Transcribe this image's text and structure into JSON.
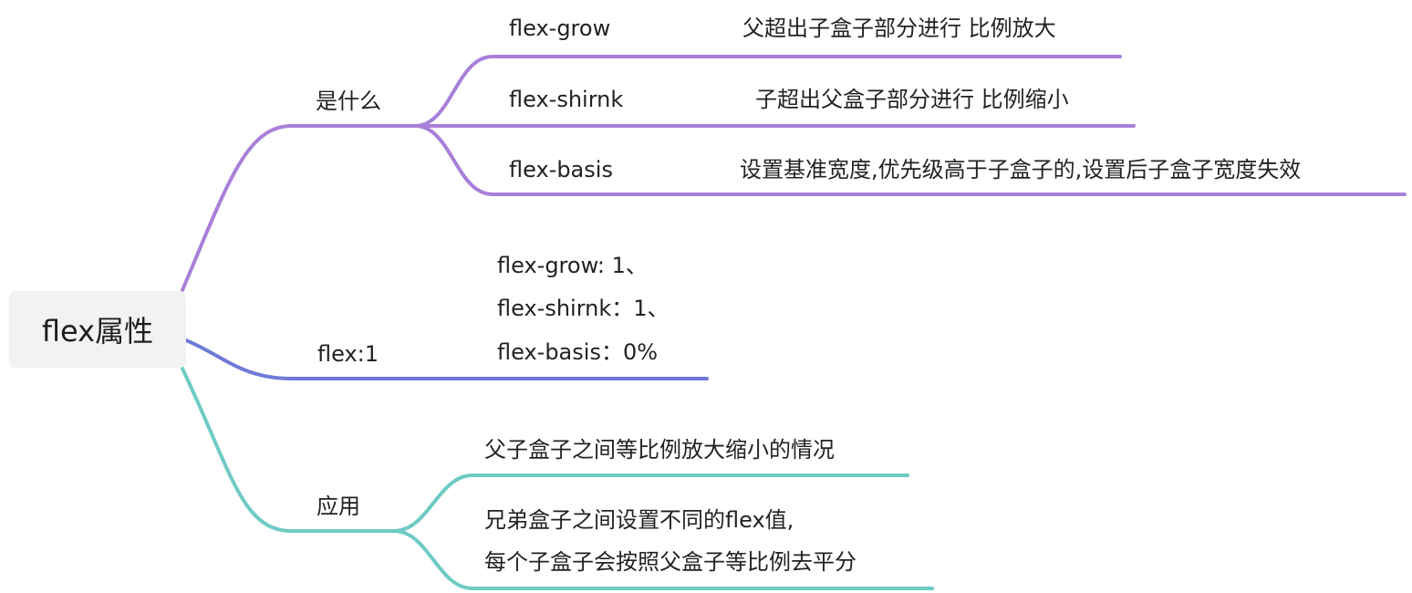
{
  "root": {
    "label": "flex属性"
  },
  "colors": {
    "purple": "#a880d8",
    "blue": "#6e7ad6",
    "teal": "#6fcac4"
  },
  "branches": {
    "what_is": {
      "label": "是什么",
      "children": [
        {
          "name": "flex-grow",
          "desc": "父超出子盒子部分进行 比例放大"
        },
        {
          "name": "flex-shirnk",
          "desc": "子超出父盒子部分进行 比例缩小"
        },
        {
          "name": "flex-basis",
          "desc": "设置基准宽度,优先级高于子盒子的,设置后子盒子宽度失效"
        }
      ]
    },
    "flex1": {
      "label": "flex:1",
      "lines": [
        "flex-grow: 1、",
        "flex-shirnk：1、",
        "flex-basis：0%"
      ]
    },
    "usage": {
      "label": "应用",
      "children": [
        {
          "lines": [
            "父子盒子之间等比例放大缩小的情况"
          ]
        },
        {
          "lines": [
            "兄弟盒子之间设置不同的flex值,",
            "每个子盒子会按照父盒子等比例去平分"
          ]
        }
      ]
    }
  }
}
